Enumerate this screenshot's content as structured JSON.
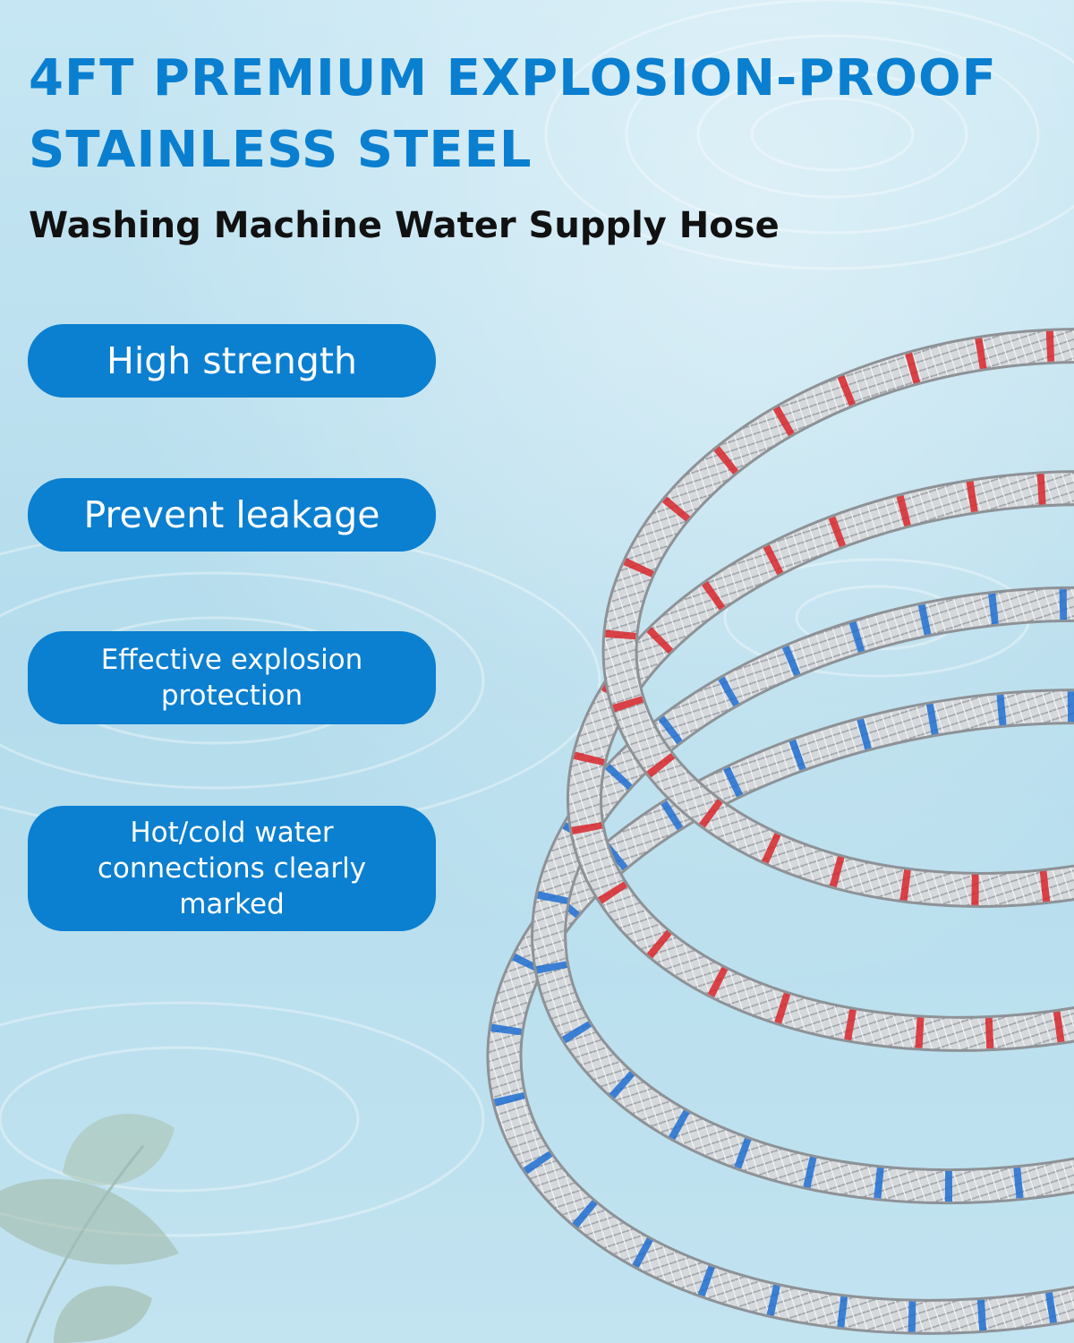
{
  "headline": {
    "title": "4FT PREMIUM EXPLOSION-PROOF STAINLESS STEEL",
    "subtitle": "Washing Machine Water Supply Hose"
  },
  "features": [
    {
      "label": "High strength"
    },
    {
      "label": "Prevent leakage"
    },
    {
      "label": "Effective explosion protection"
    },
    {
      "label": "Hot/cold water connections clearly marked"
    }
  ],
  "colors": {
    "accent": "#0b7fd0",
    "title": "#0a7fd0",
    "background": "#bfe0ee",
    "hot_marker": "#d8262c",
    "cold_marker": "#1f6fd1",
    "steel": "#d9dcdf"
  },
  "icons": {
    "hose": "braided-steel-hose-coil",
    "leaf": "eucalyptus-leaf"
  }
}
